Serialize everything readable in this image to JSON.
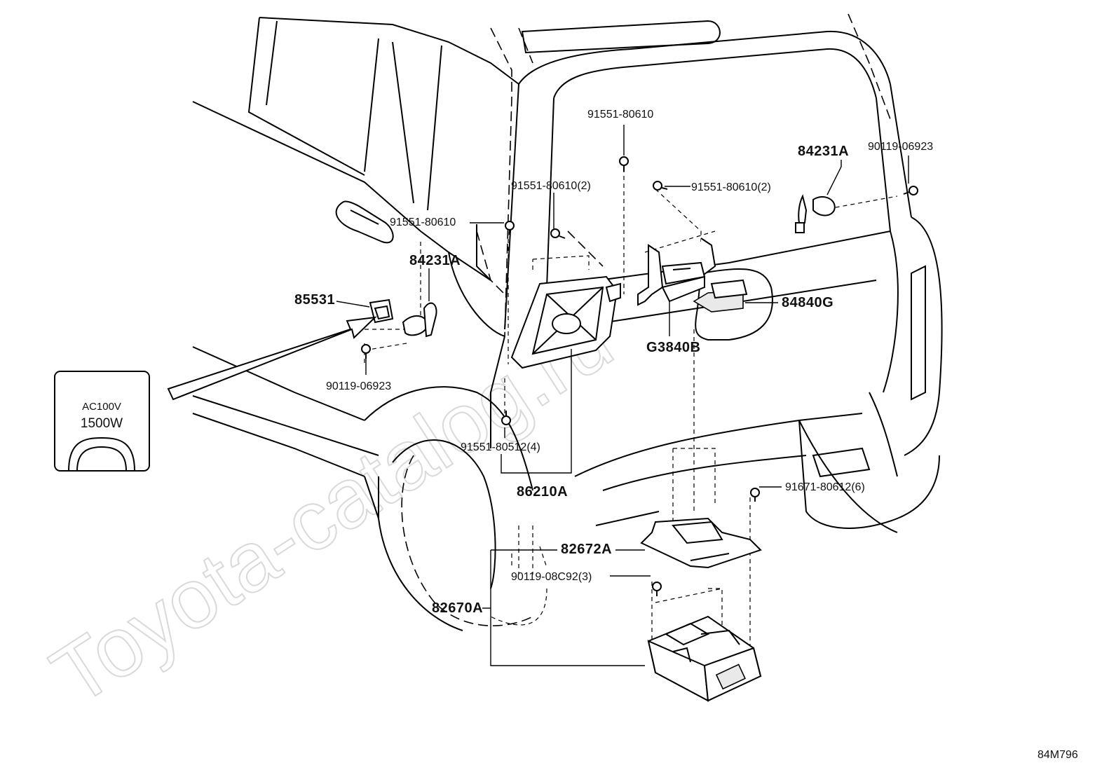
{
  "watermark": "Toyota-catalog.ru",
  "diagram_code": "84M796",
  "outlet": {
    "line1": "AC100V",
    "line2": "1500W"
  },
  "labels": {
    "p91551_top": "91551-80610",
    "p91551_2_left": "91551-80610(2)",
    "p91551_2_right": "91551-80610(2)",
    "p91551_mid": "91551-80610",
    "p84231A_right": "84231A",
    "p90119_right": "90119-06923",
    "p84231A_left": "84231A",
    "p85531": "85531",
    "p84840G": "84840G",
    "pG3840B": "G3840B",
    "p90119_left": "90119-06923",
    "p91551_4": "91551-80512(4)",
    "p86210A": "86210A",
    "p91671": "91671-80612(6)",
    "p82672A": "82672A",
    "p90119_3": "90119-08C92(3)",
    "p82670A": "82670A"
  }
}
